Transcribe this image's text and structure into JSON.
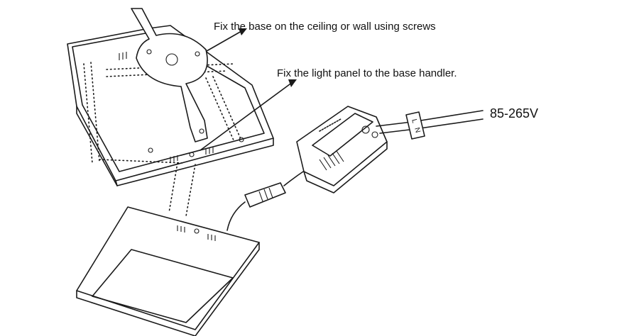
{
  "annotations": {
    "screws": "Fix the base on the ceiling or wall using screws",
    "panel": "Fix the light panel to the base handler.",
    "voltage": "85-265V",
    "live": "L",
    "neutral": "N"
  },
  "colors": {
    "line": "#1a1a1a",
    "background": "#ffffff"
  }
}
